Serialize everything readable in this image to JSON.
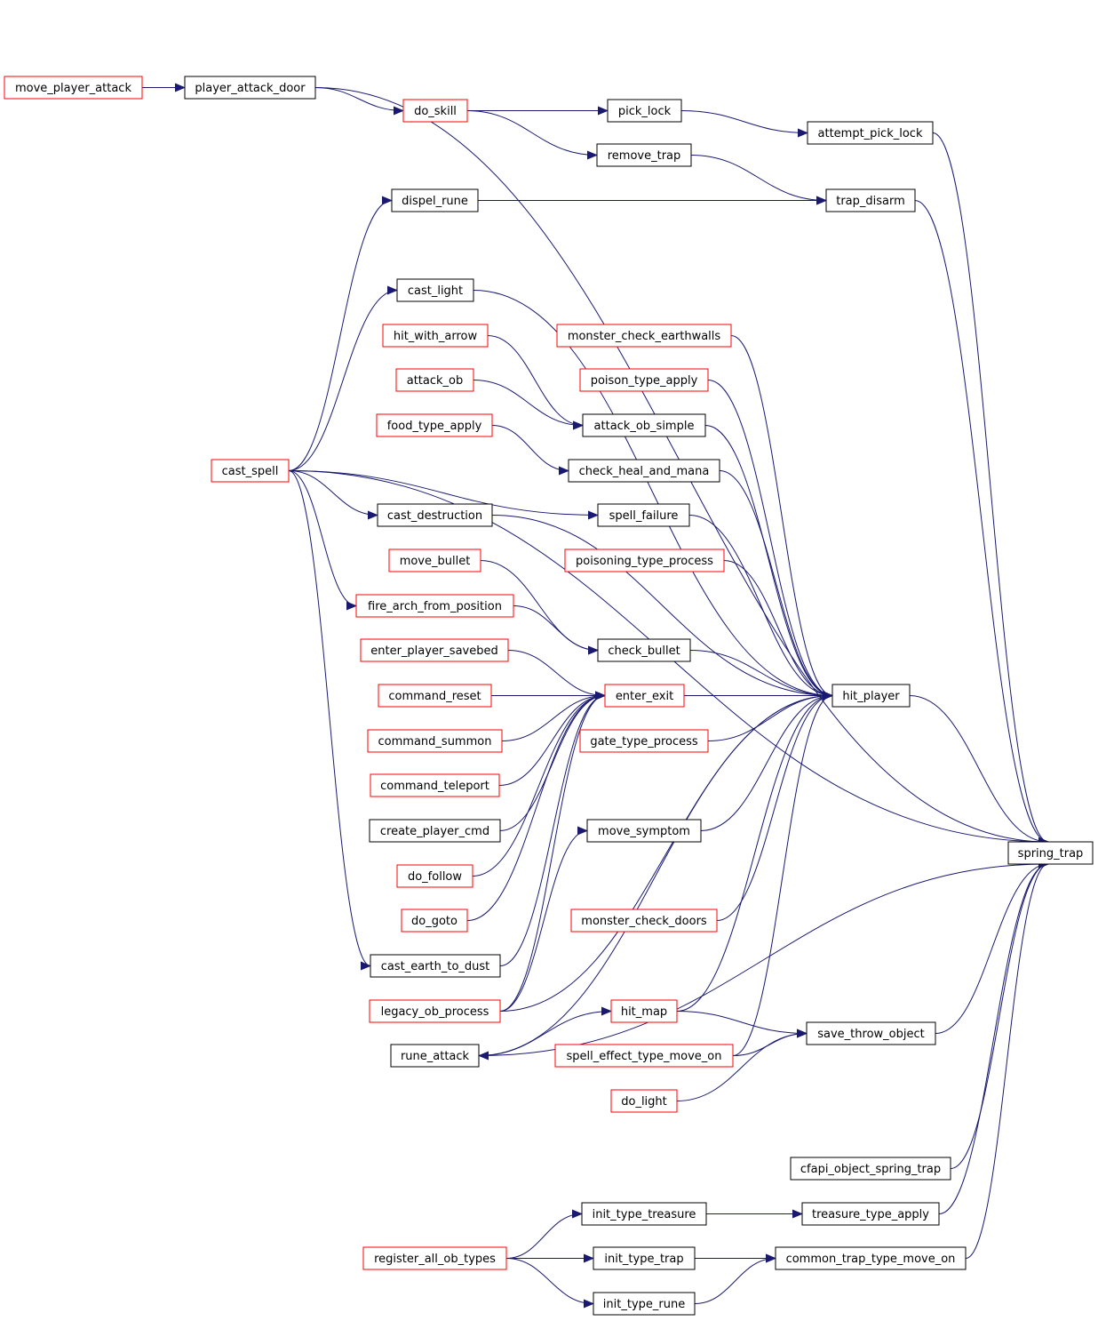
{
  "colors": {
    "edge": "#191970",
    "border_documented": "#000000",
    "border_undocumented": "#ff0000",
    "focus_fill": "#bfbfbf",
    "node_fill": "#ffffff"
  },
  "nodes": [
    {
      "id": "spring_trap",
      "label": "spring_trap",
      "kind": "focus"
    },
    {
      "id": "move_player_attack",
      "label": "move_player_attack",
      "kind": "undocumented"
    },
    {
      "id": "player_attack_door",
      "label": "player_attack_door",
      "kind": "documented"
    },
    {
      "id": "do_skill",
      "label": "do_skill",
      "kind": "undocumented"
    },
    {
      "id": "pick_lock",
      "label": "pick_lock",
      "kind": "documented"
    },
    {
      "id": "attempt_pick_lock",
      "label": "attempt_pick_lock",
      "kind": "documented"
    },
    {
      "id": "remove_trap",
      "label": "remove_trap",
      "kind": "documented"
    },
    {
      "id": "dispel_rune",
      "label": "dispel_rune",
      "kind": "documented"
    },
    {
      "id": "trap_disarm",
      "label": "trap_disarm",
      "kind": "documented"
    },
    {
      "id": "cast_light",
      "label": "cast_light",
      "kind": "documented"
    },
    {
      "id": "hit_with_arrow",
      "label": "hit_with_arrow",
      "kind": "undocumented"
    },
    {
      "id": "monster_check_earthwalls",
      "label": "monster_check_earthwalls",
      "kind": "undocumented"
    },
    {
      "id": "attack_ob",
      "label": "attack_ob",
      "kind": "undocumented"
    },
    {
      "id": "poison_type_apply",
      "label": "poison_type_apply",
      "kind": "undocumented"
    },
    {
      "id": "food_type_apply",
      "label": "food_type_apply",
      "kind": "undocumented"
    },
    {
      "id": "attack_ob_simple",
      "label": "attack_ob_simple",
      "kind": "documented"
    },
    {
      "id": "cast_spell",
      "label": "cast_spell",
      "kind": "undocumented"
    },
    {
      "id": "check_heal_and_mana",
      "label": "check_heal_and_mana",
      "kind": "documented"
    },
    {
      "id": "cast_destruction",
      "label": "cast_destruction",
      "kind": "documented"
    },
    {
      "id": "spell_failure",
      "label": "spell_failure",
      "kind": "documented"
    },
    {
      "id": "move_bullet",
      "label": "move_bullet",
      "kind": "undocumented"
    },
    {
      "id": "poisoning_type_process",
      "label": "poisoning_type_process",
      "kind": "undocumented"
    },
    {
      "id": "fire_arch_from_position",
      "label": "fire_arch_from_position",
      "kind": "undocumented"
    },
    {
      "id": "enter_player_savebed",
      "label": "enter_player_savebed",
      "kind": "undocumented"
    },
    {
      "id": "check_bullet",
      "label": "check_bullet",
      "kind": "documented"
    },
    {
      "id": "command_reset",
      "label": "command_reset",
      "kind": "undocumented"
    },
    {
      "id": "enter_exit",
      "label": "enter_exit",
      "kind": "undocumented"
    },
    {
      "id": "hit_player",
      "label": "hit_player",
      "kind": "documented"
    },
    {
      "id": "command_summon",
      "label": "command_summon",
      "kind": "undocumented"
    },
    {
      "id": "gate_type_process",
      "label": "gate_type_process",
      "kind": "undocumented"
    },
    {
      "id": "command_teleport",
      "label": "command_teleport",
      "kind": "undocumented"
    },
    {
      "id": "create_player_cmd",
      "label": "create_player_cmd",
      "kind": "documented"
    },
    {
      "id": "move_symptom",
      "label": "move_symptom",
      "kind": "documented"
    },
    {
      "id": "do_follow",
      "label": "do_follow",
      "kind": "undocumented"
    },
    {
      "id": "do_goto",
      "label": "do_goto",
      "kind": "undocumented"
    },
    {
      "id": "monster_check_doors",
      "label": "monster_check_doors",
      "kind": "undocumented"
    },
    {
      "id": "cast_earth_to_dust",
      "label": "cast_earth_to_dust",
      "kind": "documented"
    },
    {
      "id": "legacy_ob_process",
      "label": "legacy_ob_process",
      "kind": "undocumented"
    },
    {
      "id": "hit_map",
      "label": "hit_map",
      "kind": "undocumented"
    },
    {
      "id": "save_throw_object",
      "label": "save_throw_object",
      "kind": "documented"
    },
    {
      "id": "rune_attack",
      "label": "rune_attack",
      "kind": "documented"
    },
    {
      "id": "spell_effect_type_move_on",
      "label": "spell_effect_type_move_on",
      "kind": "undocumented"
    },
    {
      "id": "do_light",
      "label": "do_light",
      "kind": "undocumented"
    },
    {
      "id": "cfapi_object_spring_trap",
      "label": "cfapi_object_spring_trap",
      "kind": "documented"
    },
    {
      "id": "init_type_treasure",
      "label": "init_type_treasure",
      "kind": "documented"
    },
    {
      "id": "treasure_type_apply",
      "label": "treasure_type_apply",
      "kind": "documented"
    },
    {
      "id": "register_all_ob_types",
      "label": "register_all_ob_types",
      "kind": "undocumented"
    },
    {
      "id": "init_type_trap",
      "label": "init_type_trap",
      "kind": "documented"
    },
    {
      "id": "common_trap_type_move_on",
      "label": "common_trap_type_move_on",
      "kind": "documented"
    },
    {
      "id": "init_type_rune",
      "label": "init_type_rune",
      "kind": "documented"
    }
  ],
  "edges": [
    {
      "from": "move_player_attack",
      "to": "player_attack_door"
    },
    {
      "from": "player_attack_door",
      "to": "do_skill"
    },
    {
      "from": "player_attack_door",
      "to": "spring_trap"
    },
    {
      "from": "do_skill",
      "to": "pick_lock"
    },
    {
      "from": "do_skill",
      "to": "remove_trap"
    },
    {
      "from": "pick_lock",
      "to": "attempt_pick_lock"
    },
    {
      "from": "remove_trap",
      "to": "trap_disarm"
    },
    {
      "from": "attempt_pick_lock",
      "to": "spring_trap"
    },
    {
      "from": "dispel_rune",
      "to": "trap_disarm"
    },
    {
      "from": "trap_disarm",
      "to": "spring_trap"
    },
    {
      "from": "cast_spell",
      "to": "dispel_rune"
    },
    {
      "from": "cast_spell",
      "to": "cast_light"
    },
    {
      "from": "cast_spell",
      "to": "cast_destruction"
    },
    {
      "from": "cast_spell",
      "to": "spell_failure"
    },
    {
      "from": "cast_spell",
      "to": "fire_arch_from_position"
    },
    {
      "from": "cast_spell",
      "to": "cast_earth_to_dust"
    },
    {
      "from": "cast_spell",
      "to": "spring_trap"
    },
    {
      "from": "cast_light",
      "to": "hit_player"
    },
    {
      "from": "hit_with_arrow",
      "to": "attack_ob_simple"
    },
    {
      "from": "attack_ob",
      "to": "attack_ob_simple"
    },
    {
      "from": "food_type_apply",
      "to": "check_heal_and_mana"
    },
    {
      "from": "monster_check_earthwalls",
      "to": "hit_player"
    },
    {
      "from": "poison_type_apply",
      "to": "hit_player"
    },
    {
      "from": "attack_ob_simple",
      "to": "hit_player"
    },
    {
      "from": "check_heal_and_mana",
      "to": "hit_player"
    },
    {
      "from": "spell_failure",
      "to": "hit_player"
    },
    {
      "from": "cast_destruction",
      "to": "hit_player"
    },
    {
      "from": "poisoning_type_process",
      "to": "hit_player"
    },
    {
      "from": "move_bullet",
      "to": "check_bullet"
    },
    {
      "from": "fire_arch_from_position",
      "to": "check_bullet"
    },
    {
      "from": "check_bullet",
      "to": "hit_player"
    },
    {
      "from": "enter_player_savebed",
      "to": "enter_exit"
    },
    {
      "from": "command_reset",
      "to": "enter_exit"
    },
    {
      "from": "command_summon",
      "to": "enter_exit"
    },
    {
      "from": "command_teleport",
      "to": "enter_exit"
    },
    {
      "from": "create_player_cmd",
      "to": "enter_exit"
    },
    {
      "from": "do_follow",
      "to": "enter_exit"
    },
    {
      "from": "do_goto",
      "to": "enter_exit"
    },
    {
      "from": "cast_earth_to_dust",
      "to": "enter_exit"
    },
    {
      "from": "legacy_ob_process",
      "to": "enter_exit"
    },
    {
      "from": "enter_exit",
      "to": "hit_player"
    },
    {
      "from": "gate_type_process",
      "to": "hit_player"
    },
    {
      "from": "legacy_ob_process",
      "to": "hit_player"
    },
    {
      "from": "move_symptom",
      "to": "hit_player"
    },
    {
      "from": "legacy_ob_process",
      "to": "move_symptom"
    },
    {
      "from": "monster_check_doors",
      "to": "hit_player"
    },
    {
      "from": "rune_attack",
      "to": "hit_player"
    },
    {
      "from": "hit_map",
      "to": "hit_player"
    },
    {
      "from": "spell_effect_type_move_on",
      "to": "hit_player"
    },
    {
      "from": "hit_player",
      "to": "spring_trap"
    },
    {
      "from": "rune_attack",
      "to": "hit_map"
    },
    {
      "from": "hit_map",
      "to": "save_throw_object"
    },
    {
      "from": "spell_effect_type_move_on",
      "to": "save_throw_object"
    },
    {
      "from": "do_light",
      "to": "save_throw_object"
    },
    {
      "from": "save_throw_object",
      "to": "spring_trap"
    },
    {
      "from": "spring_trap",
      "to": "rune_attack"
    },
    {
      "from": "cfapi_object_spring_trap",
      "to": "spring_trap"
    },
    {
      "from": "init_type_treasure",
      "to": "treasure_type_apply"
    },
    {
      "from": "treasure_type_apply",
      "to": "spring_trap"
    },
    {
      "from": "register_all_ob_types",
      "to": "init_type_treasure"
    },
    {
      "from": "register_all_ob_types",
      "to": "init_type_trap"
    },
    {
      "from": "register_all_ob_types",
      "to": "init_type_rune"
    },
    {
      "from": "init_type_trap",
      "to": "common_trap_type_move_on"
    },
    {
      "from": "init_type_rune",
      "to": "common_trap_type_move_on"
    },
    {
      "from": "common_trap_type_move_on",
      "to": "spring_trap"
    }
  ]
}
